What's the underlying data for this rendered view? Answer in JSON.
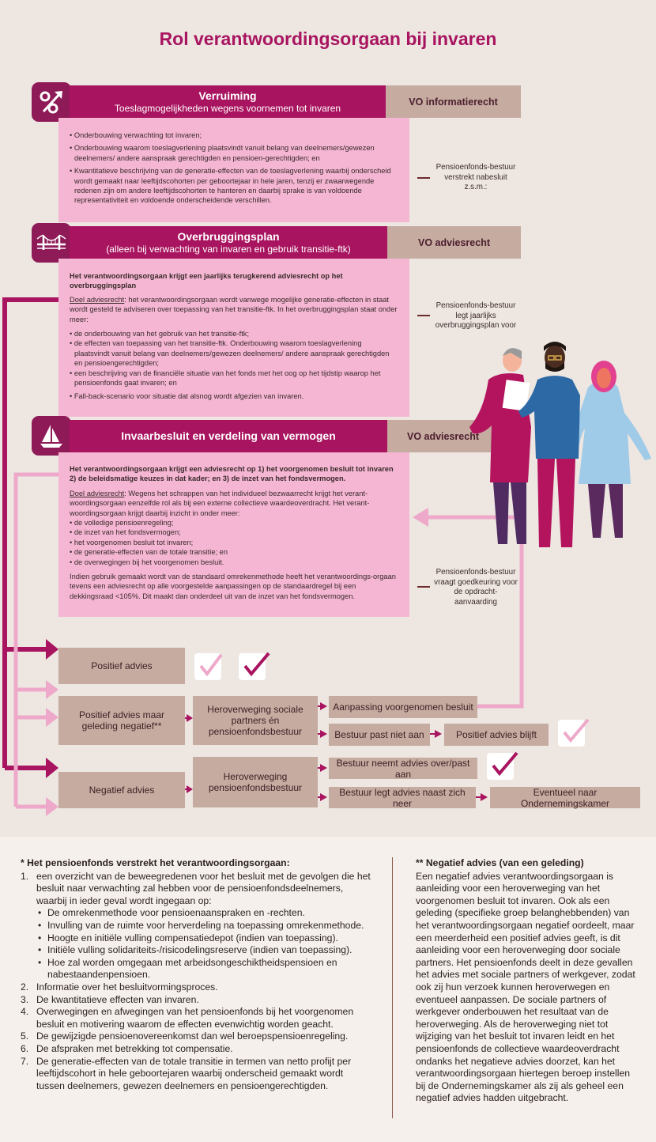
{
  "title": "Rol verantwoordingsorgaan bij invaren",
  "sections": [
    {
      "heading": "Verruiming",
      "subheading": "Toeslagmogelijkheden wegens voornemen tot invaren",
      "tag": "VO informatierecht",
      "icon": "percent-arrow-icon",
      "bullets": [
        "• Onderbouwing verwachting tot invaren;",
        "• Onderbouwing waarom toeslagverlening plaatsvindt vanuit belang van deelnemers/gewezen deelnemers/ andere aanspraak gerechtigden en pensioen-gerechtigden; en",
        "• Kwantitatieve beschrijving van  de generatie-effecten van de toeslagverlening waarbij onderscheid wordt gemaakt naar leeftijdscohorten per geboortejaar in hele jaren, tenzij er zwaarwegende redenen zijn om andere leeftijdscohorten te hanteren en daarbij sprake is van voldoende representativiteit en voldoende onderscheidende verschillen."
      ],
      "side_note": "Pensioenfonds-bestuur verstrekt nabesluit z.s.m.:"
    },
    {
      "heading": "Overbruggingsplan",
      "subheading": "(alleen bij verwachting van invaren en gebruik transitie-ftk)",
      "tag": "VO adviesrecht",
      "icon": "bridge-icon",
      "lead": "Het verantwoordingsorgaan krijgt een jaarlijks terugkerend adviesrecht op het overbruggingsplan",
      "doel_label": "Doel adviesrecht",
      "doel_text": ": het verantwoordingsorgaan wordt vanwege mogelijke generatie-effecten in staat wordt gesteld te adviseren over toepassing van het transitie-ftk. In het overbruggingsplan staat onder meer:",
      "bullets": [
        "• de onderbouwing van het gebruik van het transitie-ftk;",
        "• de effecten van toepassing van het transitie-ftk. Onderbouwing waarom toeslagverlening plaatsvindt vanuit belang van deelnemers/gewezen deelnemers/ andere aanspraak gerechtigden en pensioengerechtigden;",
        "• een beschrijving van de financiële situatie van het fonds met het oog op het tijdstip waarop het pensioenfonds gaat invaren; en"
      ],
      "fallback": "• Fall-back-scenario voor situatie dat alsnog wordt afgezien van invaren.",
      "side_note": "Pensioenfonds-bestuur legt jaarlijks overbruggingsplan voor"
    },
    {
      "heading": "Invaarbesluit en verdeling van vermogen",
      "tag": "VO adviesrecht",
      "icon": "sailboat-icon",
      "lead": "Het verantwoordingsorgaan krijgt een adviesrecht op 1) het voorgenomen besluit tot invaren 2) de beleidsmatige keuzes in dat kader; en 3) de inzet van het fondsvermogen.",
      "doel_label": "Doel adviesrecht",
      "doel_text": ": Wegens het schrappen van het individueel bezwaarrecht krijgt het verant-woordingsorgaan eenzelfde rol als bij een externe collectieve waardeoverdracht. Het verant-woordingsorgaan krijgt daarbij inzicht in onder meer:",
      "bullets": [
        "• de volledige pensioenregeling;",
        "• de inzet van het fondsvermogen;",
        "• het voorgenomen besluit tot invaren;",
        "• de generatie-effecten van de totale transitie; en",
        "• de overwegingen bij het voorgenomen besluit."
      ],
      "closing": "Indien gebruik gemaakt wordt van de standaard omrekenmethode heeft het verantwoordings-orgaan tevens een adviesrecht op alle voorgestelde aanpassingen op de standaardregel bij een dekkingsraad <105%. Dit maakt dan onderdeel uit van de inzet van het fondsvermogen.",
      "side_note": "Pensioenfonds-bestuur vraagt goedkeuring voor de opdracht-aanvaarding"
    }
  ],
  "flow": {
    "positief": "Positief advies",
    "positief_geleding": "Positief advies maar geleding negatief**",
    "heroverweging_sociaal": "Heroverweging sociale partners én pensioenfondsbestuur",
    "aanpassing": "Aanpassing voorgenomen besluit",
    "bestuur_past_niet": "Bestuur past niet aan",
    "positief_blijft": "Positief advies blijft",
    "negatief": "Negatief advies",
    "heroverweging_bestuur": "Heroverweging pensioenfondsbestuur",
    "bestuur_neemt_over": "Bestuur neemt advies over/past aan",
    "bestuur_legt_naast": "Bestuur legt advies naast zich neer",
    "ondernemingskamer": "Eventueel naar Ondernemingskamer"
  },
  "footnote_left": {
    "heading": "* Het pensioenfonds verstrekt het verantwoordingsorgaan:",
    "items": [
      {
        "n": "1.",
        "text": "een overzicht van de beweegredenen voor het besluit met de gevolgen die het besluit naar verwachting zal hebben voor de pensioenfondsdeelnemers, waarbij in ieder geval wordt ingegaan op:"
      },
      {
        "n": "2.",
        "text": "Informatie over het besluitvormingsproces."
      },
      {
        "n": "3.",
        "text": "De kwantitatieve effecten van invaren."
      },
      {
        "n": "4.",
        "text": "Overwegingen en afwegingen van het pensioenfonds bij het voorgenomen besluit en motivering waarom de effecten evenwichtig worden geacht."
      },
      {
        "n": "5.",
        "text": "De gewijzigde pensioenovereenkomst dan wel beroepspensioenregeling."
      },
      {
        "n": "6.",
        "text": "De afspraken met betrekking tot compensatie."
      },
      {
        "n": "7.",
        "text": "De generatie-effecten van de totale transitie in termen van netto profijt per leeftijdscohort in hele geboortejaren waarbij onderscheid gemaakt wordt tussen deelnemers, gewezen deelnemers en pensioengerechtigden."
      }
    ],
    "sub_bullets": [
      "De omrekenmethode voor pensioenaanspraken en -rechten.",
      "Invulling van de ruimte voor herverdeling na toepassing omrekenmethode.",
      "Hoogte en initiële vulling compensatiedepot (indien van toepassing).",
      "Initiële vulling solidariteits-/risicodelingsreserve (indien van toepassing).",
      "Hoe zal worden omgegaan met arbeidsongeschiktheidspensioen en nabestaandenpensioen."
    ]
  },
  "footnote_right": {
    "heading": "** Negatief advies (van een geleding)",
    "text": "Een negatief advies verantwoordingsorgaan is aanleiding voor een heroverweging van het voorgenomen besluit tot invaren. Ook als een geleding (specifieke groep belanghebbenden) van het verantwoordingsorgaan negatief oordeelt, maar een meerderheid een positief advies geeft, is dit aanleiding voor een heroverweging door sociale partners. Het pensioenfonds deelt in deze gevallen het advies met sociale partners of werkgever, zodat ook zij hun verzoek kunnen heroverwegen en eventueel aanpassen. De sociale partners of werkgever onderbouwen het resultaat van de heroverweging. Als de heroverweging niet tot wijziging van het besluit tot invaren leidt en het pensioenfonds de collectieve waardeoverdracht ondanks het negatieve advies doorzet, kan het verantwoordingsorgaan hiertegen beroep instellen bij de Ondernemingskamer als zij als geheel een negatief advies hadden uitgebracht."
  },
  "colors": {
    "magenta": "#a8145f",
    "dark_magenta": "#8e1a57",
    "pink": "#f4b6d3",
    "light_pink": "#eea9ca",
    "tan": "#c6aba0",
    "background": "#ede6e1"
  }
}
